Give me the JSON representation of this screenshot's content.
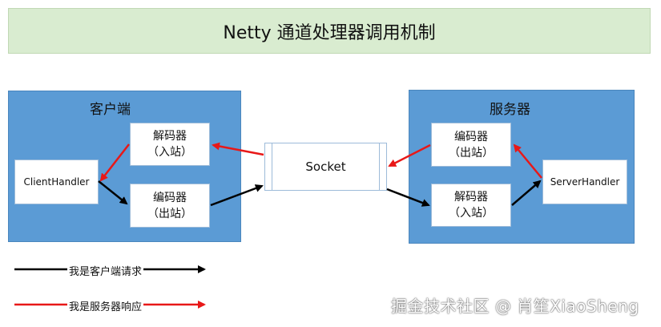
{
  "title": "Netty 通道处理器调用机制",
  "client": {
    "title": "客户端",
    "decoder": {
      "name": "解码器",
      "sub": "（入站）"
    },
    "encoder": {
      "name": "编码器",
      "sub": "（出站）"
    },
    "handler": "ClientHandler"
  },
  "server": {
    "title": "服务器",
    "encoder": {
      "name": "编码器",
      "sub": "（出站）"
    },
    "decoder": {
      "name": "解码器",
      "sub": "（入站）"
    },
    "handler": "ServerHandler"
  },
  "socket": "Socket",
  "legend": {
    "request": {
      "label": "我是客户端请求",
      "color": "#000000"
    },
    "response": {
      "label": "我是服务器响应",
      "color": "#e81818"
    }
  },
  "watermark": "掘金技术社区 @ 肖笙XiaoSheng",
  "colors": {
    "panel": "#5b9bd5",
    "title_bg": "#d9ecd0",
    "request": "#000000",
    "response": "#e81818"
  }
}
